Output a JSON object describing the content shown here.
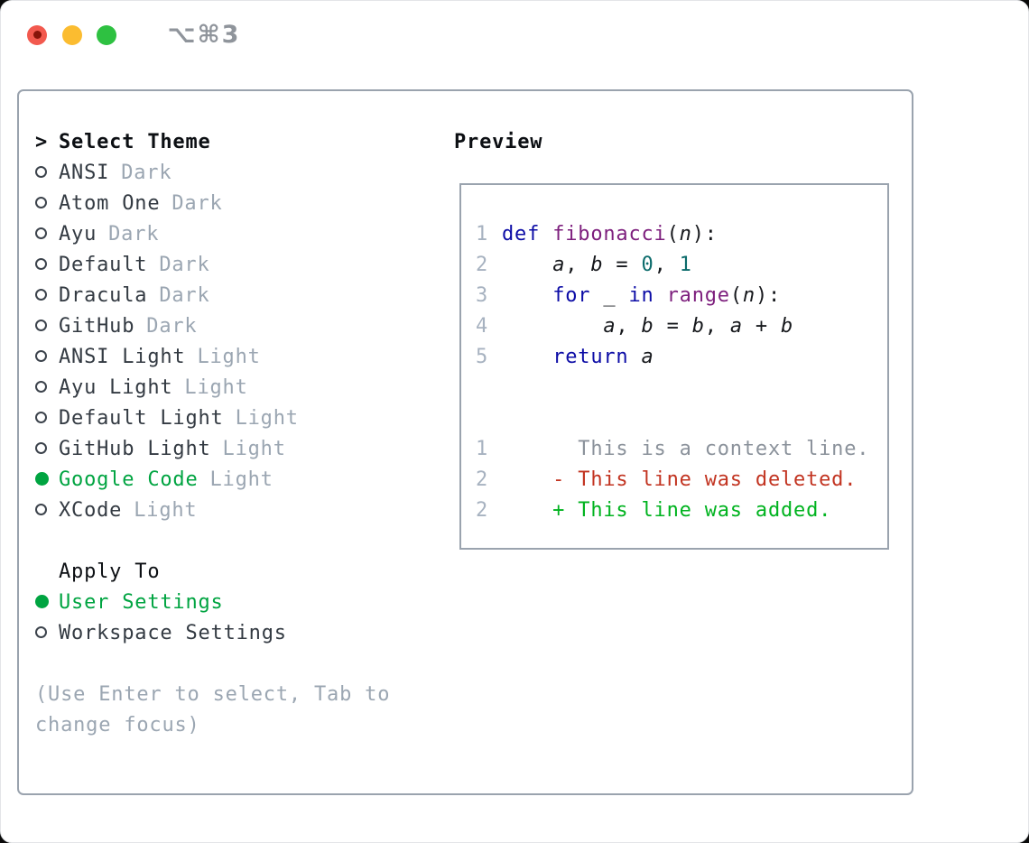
{
  "window": {
    "title": "⌥⌘3",
    "traffic_lights": [
      "close",
      "minimize",
      "zoom"
    ]
  },
  "picker": {
    "prompt": ">",
    "title": "Select Theme",
    "themes": [
      {
        "name": "ANSI",
        "tag": "Dark",
        "selected": false
      },
      {
        "name": "Atom One",
        "tag": "Dark",
        "selected": false
      },
      {
        "name": "Ayu",
        "tag": "Dark",
        "selected": false
      },
      {
        "name": "Default",
        "tag": "Dark",
        "selected": false
      },
      {
        "name": "Dracula",
        "tag": "Dark",
        "selected": false
      },
      {
        "name": "GitHub",
        "tag": "Dark",
        "selected": false
      },
      {
        "name": "ANSI Light",
        "tag": "Light",
        "selected": false
      },
      {
        "name": "Ayu Light",
        "tag": "Light",
        "selected": false
      },
      {
        "name": "Default Light",
        "tag": "Light",
        "selected": false
      },
      {
        "name": "GitHub Light",
        "tag": "Light",
        "selected": false
      },
      {
        "name": "Google Code",
        "tag": "Light",
        "selected": true
      },
      {
        "name": "XCode",
        "tag": "Light",
        "selected": false
      }
    ],
    "apply_to": {
      "label": "Apply To",
      "options": [
        {
          "name": "User Settings",
          "selected": true
        },
        {
          "name": "Workspace Settings",
          "selected": false
        }
      ]
    },
    "help_lines": [
      "(Use Enter to select, Tab to",
      "change focus)"
    ]
  },
  "preview": {
    "label": "Preview",
    "code_lines": [
      {
        "num": "1",
        "tokens": [
          [
            "kwd",
            "def"
          ],
          [
            "pln",
            " "
          ],
          [
            "fun",
            "fibonacci"
          ],
          [
            "pln",
            "("
          ],
          [
            "var",
            "n"
          ],
          [
            "pln",
            "):"
          ]
        ]
      },
      {
        "num": "2",
        "tokens": [
          [
            "pln",
            "    "
          ],
          [
            "var",
            "a"
          ],
          [
            "pln",
            ", "
          ],
          [
            "var",
            "b"
          ],
          [
            "pln",
            " = "
          ],
          [
            "lit",
            "0"
          ],
          [
            "pln",
            ", "
          ],
          [
            "lit",
            "1"
          ]
        ]
      },
      {
        "num": "3",
        "tokens": [
          [
            "pln",
            "    "
          ],
          [
            "kwd",
            "for"
          ],
          [
            "pln",
            " "
          ],
          [
            "var",
            "_"
          ],
          [
            "pln",
            " "
          ],
          [
            "kwd",
            "in"
          ],
          [
            "pln",
            " "
          ],
          [
            "fun",
            "range"
          ],
          [
            "pln",
            "("
          ],
          [
            "var",
            "n"
          ],
          [
            "pln",
            "):"
          ]
        ]
      },
      {
        "num": "4",
        "tokens": [
          [
            "pln",
            "        "
          ],
          [
            "var",
            "a"
          ],
          [
            "pln",
            ", "
          ],
          [
            "var",
            "b"
          ],
          [
            "pln",
            " = "
          ],
          [
            "var",
            "b"
          ],
          [
            "pln",
            ", "
          ],
          [
            "var",
            "a"
          ],
          [
            "pln",
            " + "
          ],
          [
            "var",
            "b"
          ]
        ]
      },
      {
        "num": "5",
        "tokens": [
          [
            "pln",
            "    "
          ],
          [
            "kwd",
            "return"
          ],
          [
            "pln",
            " "
          ],
          [
            "var",
            "a"
          ]
        ]
      }
    ],
    "diff_lines": [
      {
        "num": "1",
        "type": "ctx",
        "text": "      This is a context line."
      },
      {
        "num": "2",
        "type": "del",
        "text": "    - This line was deleted."
      },
      {
        "num": "2",
        "type": "add",
        "text": "    + This line was added."
      }
    ]
  },
  "colors": {
    "accent_green": "#00a441",
    "keyword": "#0c0ca6",
    "function": "#7d1f7d",
    "literal": "#0b6b6b",
    "plain": "#16181c",
    "line_number": "#a7b2c0",
    "context_gray": "#8b929b",
    "deleted_red": "#c23421",
    "added_green": "#00b31f",
    "muted_gray": "#9ba6b2",
    "panel_border": "#9aa3ae",
    "traffic_red": "#f2594e",
    "traffic_yellow": "#fbbc30",
    "traffic_green": "#2ec141"
  }
}
